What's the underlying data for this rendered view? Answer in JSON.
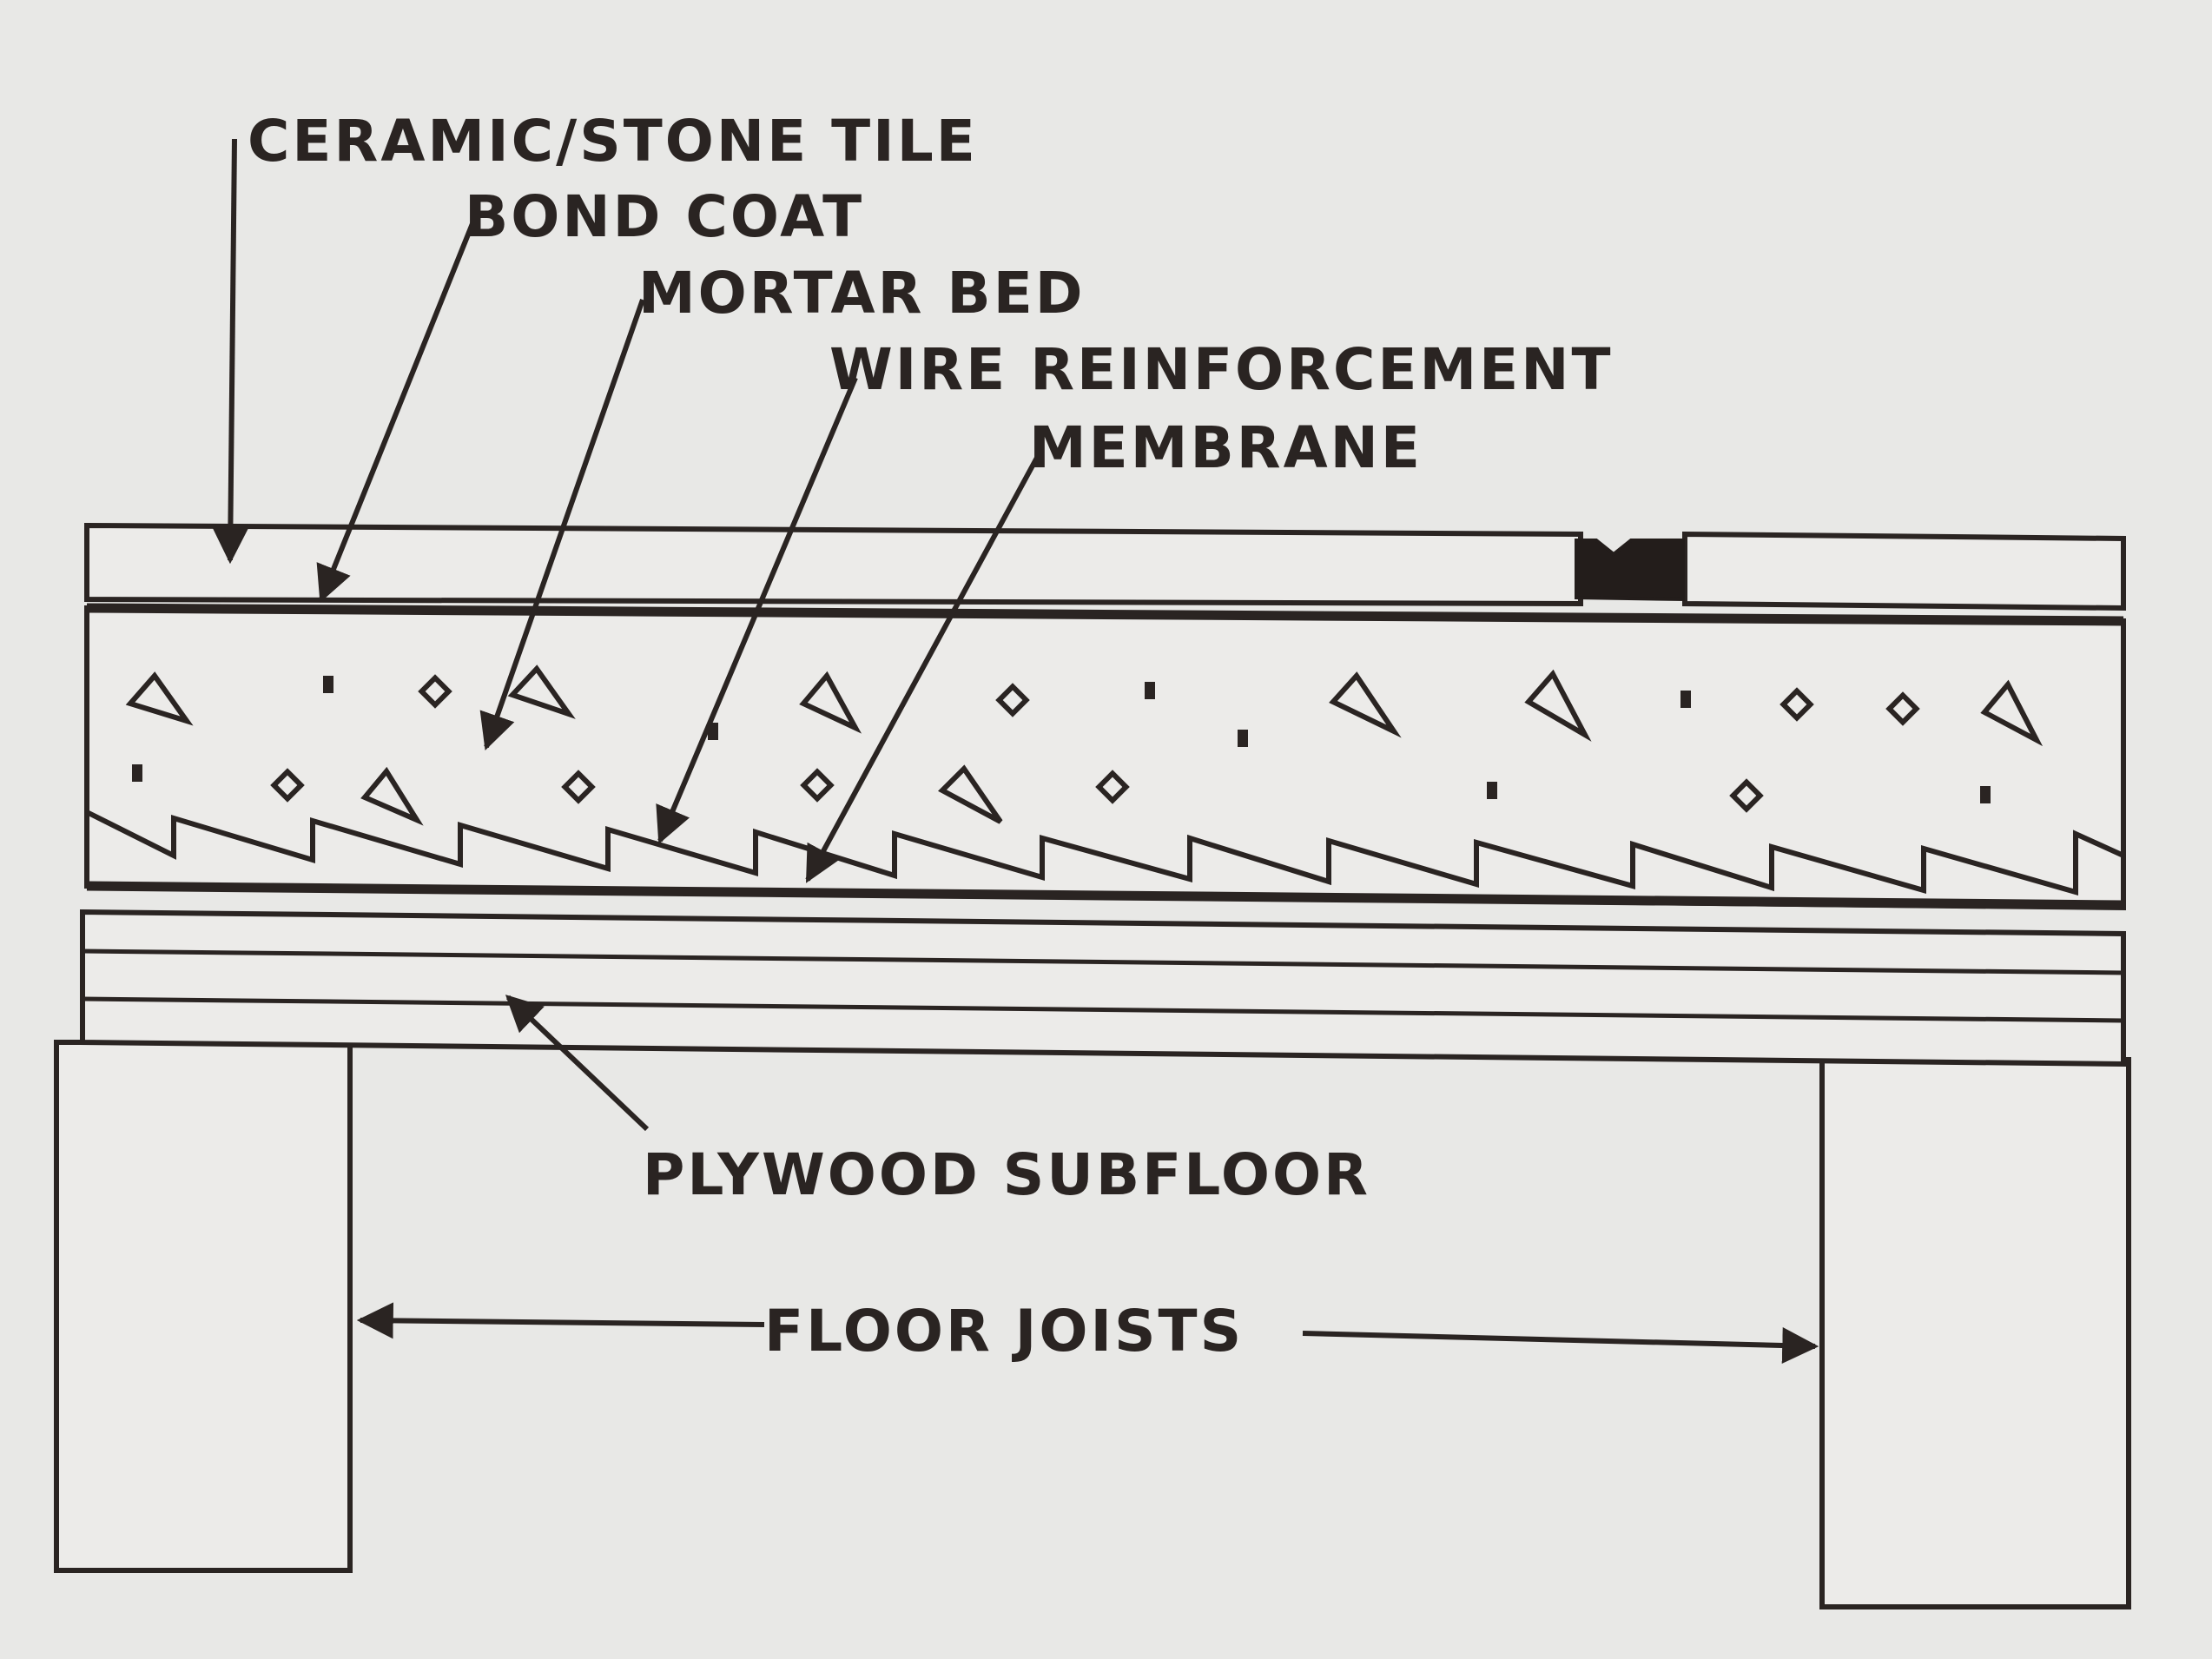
{
  "diagram": {
    "labels": {
      "tile": "CERAMIC/STONE TILE",
      "bond_coat": "BOND COAT",
      "mortar_bed": "MORTAR BED",
      "wire": "WIRE REINFORCEMENT",
      "membrane": "MEMBRANE",
      "subfloor": "PLYWOOD SUBFLOOR",
      "joists": "FLOOR JOISTS"
    },
    "colors": {
      "background": "#e8e8e6",
      "line": "#2a2422",
      "fill": "#ecebe9",
      "grout": "#231d1b"
    }
  }
}
